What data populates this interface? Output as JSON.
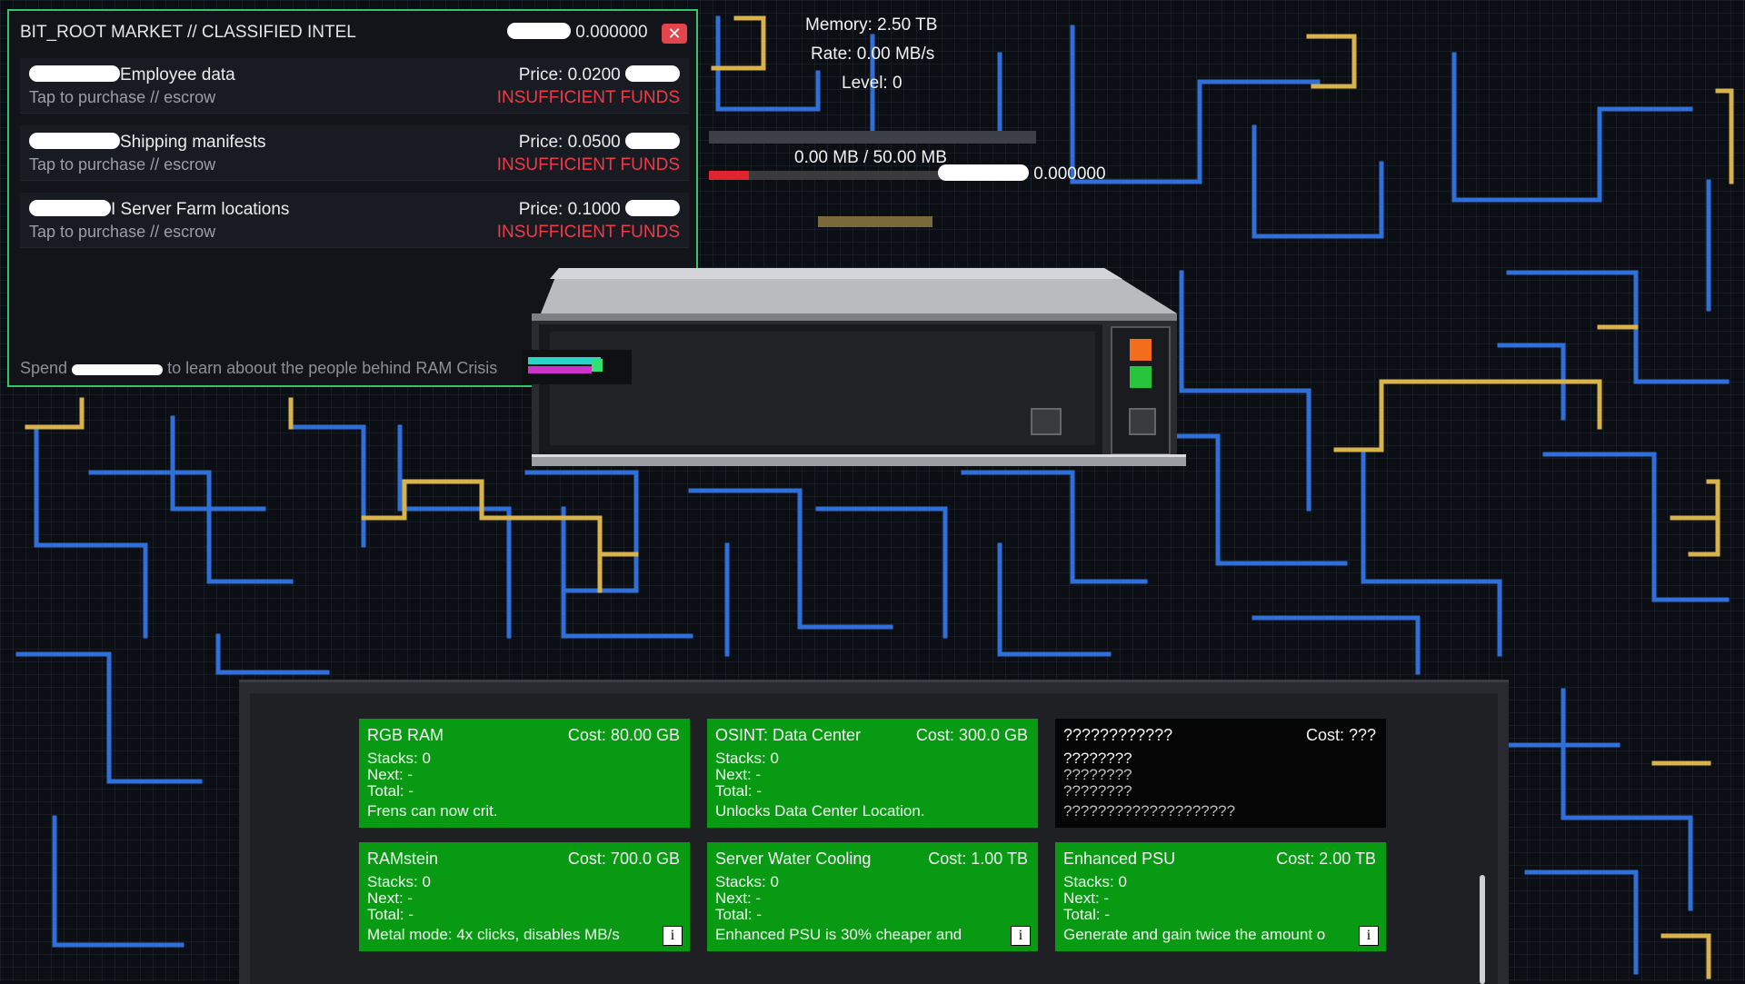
{
  "market": {
    "title": "BIT_ROOT MARKET // CLASSIFIED INTEL",
    "balance": "0.000000",
    "close_icon": "close-icon",
    "offers": [
      {
        "name": "Employee data",
        "subtitle": "Tap to purchase // escrow",
        "price": "Price: 0.0200",
        "status": "INSUFFICIENT FUNDS"
      },
      {
        "name": "Shipping manifests",
        "subtitle": "Tap to purchase // escrow",
        "price": "Price: 0.0500",
        "status": "INSUFFICIENT FUNDS"
      },
      {
        "name": "I Server Farm locations",
        "subtitle": "Tap to purchase // escrow",
        "price": "Price: 0.1000",
        "status": "INSUFFICIENT FUNDS"
      }
    ],
    "footer_prefix": "Spend",
    "footer_suffix": "to learn aboout the people behind RAM Crisis"
  },
  "stats": {
    "memory": "Memory: 2.50 TB",
    "rate": "Rate: 0.00 MB/s",
    "level": "Level: 0",
    "progress_text": "0.00 MB / 50.00 MB",
    "progress_fraction": 0.0,
    "secondary_value": "0.000000",
    "secondary_fraction": 0.13
  },
  "colors": {
    "accent_green": "#35c46a",
    "card_green": "#089a12",
    "warning_red": "#ee3b4a",
    "circuit_blue": "#3a78e0",
    "circuit_gold": "#d9b34a"
  },
  "shop": {
    "cards": [
      {
        "title": "RGB RAM",
        "cost": "Cost: 80.00 GB",
        "stacks": "Stacks: 0",
        "next": "Next:  -",
        "total": "Total: -",
        "desc": "Frens can now crit.",
        "locked": false,
        "info": false
      },
      {
        "title": "OSINT: Data Center",
        "cost": "Cost: 300.0 GB",
        "stacks": "Stacks: 0",
        "next": "Next:  -",
        "total": "Total: -",
        "desc": "Unlocks Data Center Location.",
        "locked": false,
        "info": false
      },
      {
        "title": "????????????",
        "cost": "Cost: ???",
        "stacks": "????????",
        "next": "????????",
        "total": "????????",
        "desc": "????????????????????",
        "locked": true,
        "info": false
      },
      {
        "title": "RAMstein",
        "cost": "Cost: 700.0 GB",
        "stacks": "Stacks: 0",
        "next": "Next:  -",
        "total": "Total: -",
        "desc": "Metal mode: 4x clicks, disables MB/s",
        "locked": false,
        "info": true
      },
      {
        "title": "Server Water Cooling",
        "cost": "Cost: 1.00 TB",
        "stacks": "Stacks: 0",
        "next": "Next:  -",
        "total": "Total: -",
        "desc": "Enhanced PSU is 30% cheaper and",
        "locked": false,
        "info": true
      },
      {
        "title": "Enhanced PSU",
        "cost": "Cost: 2.00 TB",
        "stacks": "Stacks: 0",
        "next": "Next:  -",
        "total": "Total: -",
        "desc": "Generate and gain twice the amount o",
        "locked": false,
        "info": true
      }
    ],
    "info_label": "i"
  }
}
